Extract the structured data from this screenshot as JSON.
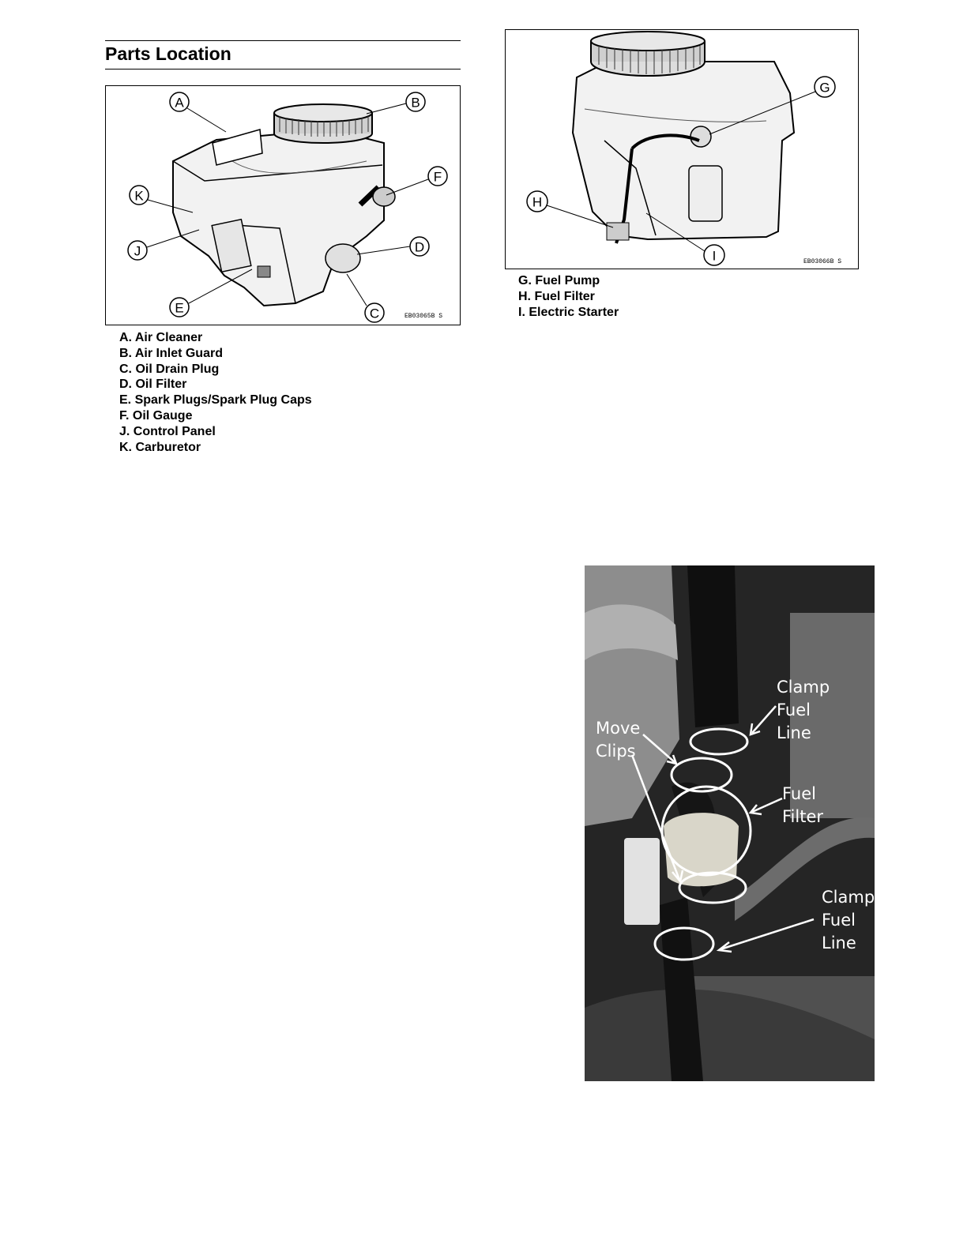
{
  "section": {
    "title": "Parts Location"
  },
  "figure_left": {
    "code": "EB03065B S",
    "callouts": [
      "A",
      "B",
      "C",
      "D",
      "E",
      "F",
      "J",
      "K"
    ],
    "legend": [
      "A. Air Cleaner",
      "B. Air Inlet Guard",
      "C. Oil Drain Plug",
      "D. Oil Filter",
      "E. Spark Plugs/Spark Plug Caps",
      "F. Oil Gauge",
      "J. Control Panel",
      "K. Carburetor"
    ]
  },
  "figure_right": {
    "code": "EB03066B S",
    "callouts": [
      "G",
      "H",
      "I"
    ],
    "legend": [
      "G. Fuel Pump",
      "H. Fuel Filter",
      "I. Electric Starter"
    ]
  },
  "photo": {
    "labels": {
      "clamp_top": "Clamp\nFuel\nLine",
      "move_clips": "Move\nClips",
      "fuel_filter": "Fuel\nFilter",
      "clamp_bottom": "Clamp\nFuel\nLine"
    }
  }
}
